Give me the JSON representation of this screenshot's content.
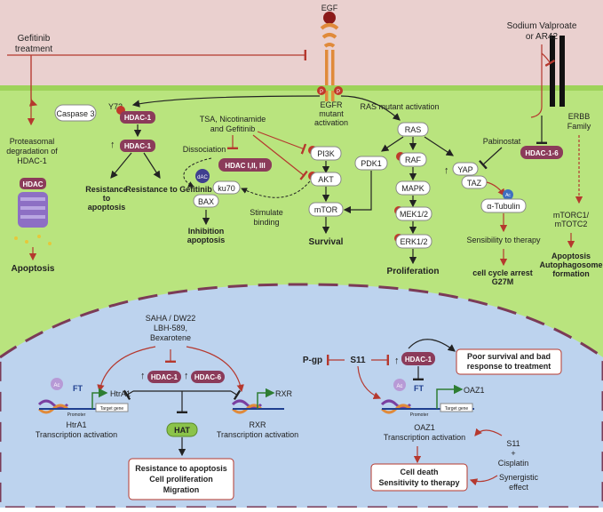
{
  "top": {
    "egf": "EGF",
    "gefitinib": [
      "Gefitinib",
      "treatment"
    ],
    "valproate": [
      "Sodium Valproate",
      "or AR42"
    ],
    "erbb": [
      "ERBB",
      "Family"
    ],
    "phospho": "P",
    "ac": "Ac",
    "dac": "dAC"
  },
  "left": {
    "caspase": "Caspase 3",
    "y72": "Y72",
    "proteasomal": [
      "Proteasomal",
      "degradation of",
      "HDAC-1"
    ],
    "hdac": "HDAC",
    "apoptosis": "Apoptosis",
    "hdac1_top": "HDAC-1",
    "hdac1_mid": "HDAC-1",
    "up_arrow": "↑",
    "resist_apoptosis": [
      "Resistance",
      "to",
      "apoptosis"
    ],
    "resist_gefitinib": "Resistance to Gefitinib"
  },
  "center": {
    "tsa": [
      "TSA, Nicotinamide",
      "and Gefitinib"
    ],
    "dissociation": "Dissociation",
    "hdac_classes": "HDAC I,II, III",
    "ku70": "ku70",
    "bax": "BAX",
    "inhibition": [
      "Inhibition",
      "apoptosis"
    ],
    "stimulate": [
      "Stimulate",
      "binding"
    ],
    "egfr_mutant": [
      "EGFR",
      "mutant",
      "activation"
    ],
    "pi3k": "PI3K",
    "akt": "AKT",
    "mtor": "mTOR",
    "survival": "Survival"
  },
  "ras": {
    "title": "RAS mutant activation",
    "ras": "RAS",
    "pdk1": "PDK1",
    "raf": "RAF",
    "mapk": "MAPK",
    "mek": "MEK1/2",
    "erk": "ERK1/2",
    "proliferation": "Proliferation"
  },
  "right": {
    "pabinostat": "Pabinostat",
    "yap": "YAP",
    "taz": "TAZ",
    "tubulin": "α-Tubulin",
    "sensibility": "Sensibility to therapy",
    "arrest": [
      "cell cycle arrest",
      "G27M"
    ],
    "hdac16": "HDAC-1-6",
    "mtorc": [
      "mTORC1/",
      "mTOTC2"
    ],
    "autophagy": [
      "Apoptosis",
      "Autophagosome",
      "formation"
    ]
  },
  "nucleus_left": {
    "saha": [
      "SAHA / DW22",
      "LBH-589,",
      "Bexarotene"
    ],
    "hdac1": "HDAC-1",
    "hdac6": "HDAC-6",
    "htra1": "HtrA1",
    "rxr": "RXR",
    "ft": "FT",
    "promoter": "Promoter",
    "target": "Target gene",
    "htra1_act": [
      "HtrA1",
      "Transcription activation"
    ],
    "rxr_act": [
      "RXR",
      "Transcription activation"
    ],
    "hat": "HAT",
    "outcome": [
      "Resistance to apoptosis",
      "Cell proliferation",
      "Migration"
    ]
  },
  "nucleus_right": {
    "pgp": "P-gp",
    "s11": "S11",
    "hdac1": "HDAC-1",
    "poor": [
      "Poor survival and bad",
      "response to treatment"
    ],
    "oaz1": "OAZ1",
    "ft": "FT",
    "promoter": "Promoter",
    "target": "Target gene",
    "oaz1_act": [
      "OAZ1",
      "Transcription activation"
    ],
    "s11_cis": [
      "S11",
      "+",
      "Cisplatin"
    ],
    "synergistic": [
      "Synergistic",
      "effect"
    ],
    "outcome": [
      "Cell death",
      "Sensitivity to therapy"
    ]
  }
}
